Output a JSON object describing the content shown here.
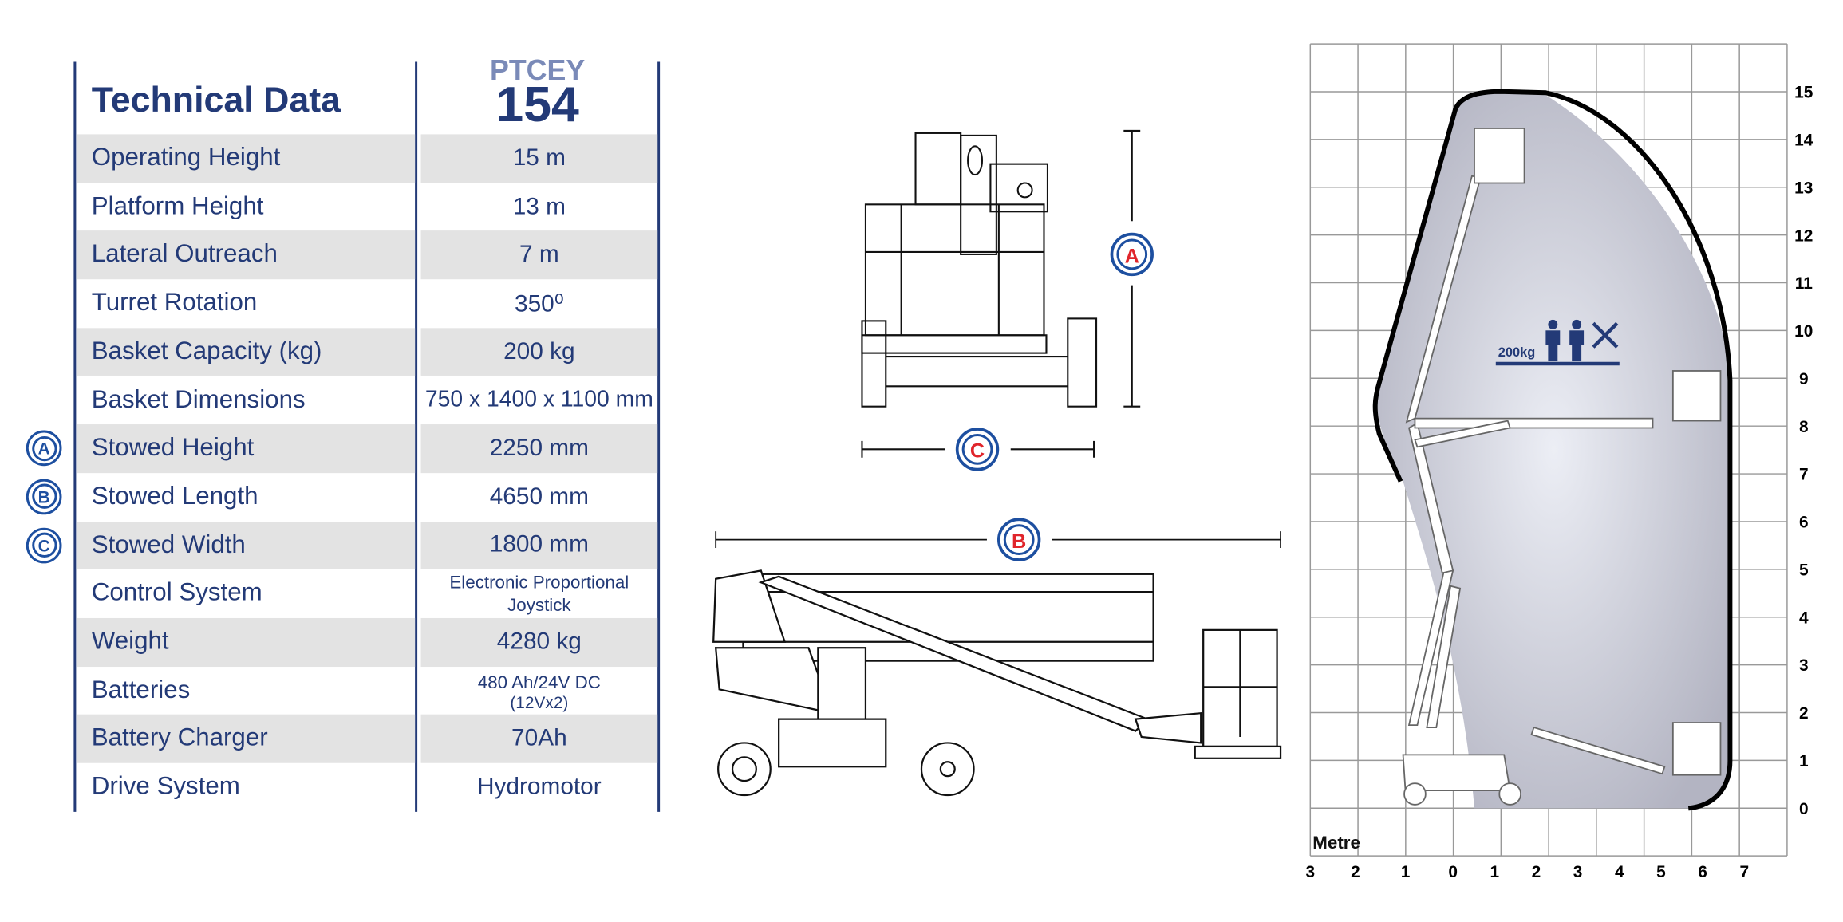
{
  "table": {
    "title": "Technical Data",
    "model_prefix": "PTCEY",
    "model_number": "154",
    "rows": [
      {
        "label": "Operating Height",
        "value": "15 m"
      },
      {
        "label": "Platform Height",
        "value": "13 m"
      },
      {
        "label": "Lateral Outreach",
        "value": "7 m"
      },
      {
        "label": "Turret Rotation",
        "value": "350⁰"
      },
      {
        "label": "Basket Capacity (kg)",
        "value": "200 kg"
      },
      {
        "label": "Basket Dimensions",
        "value": "750 x 1400 x 1100 mm"
      },
      {
        "label": "Stowed Height",
        "value": "2250 mm",
        "marker": "A"
      },
      {
        "label": "Stowed Length",
        "value": "4650 mm",
        "marker": "B"
      },
      {
        "label": "Stowed Width",
        "value": "1800 mm",
        "marker": "C"
      },
      {
        "label": "Control System",
        "value": "Electronic Proportional Joystick"
      },
      {
        "label": "Weight",
        "value": "4280 kg"
      },
      {
        "label": "Batteries",
        "value": "480 Ah/24V DC",
        "sub": "(12Vx2)"
      },
      {
        "label": "Battery Charger",
        "value": "70Ah"
      },
      {
        "label": "Drive System",
        "value": "Hydromotor"
      }
    ]
  },
  "dimensions": {
    "A": "A",
    "B": "B",
    "C": "C"
  },
  "reach_diagram": {
    "y_ticks": [
      "0",
      "1",
      "2",
      "3",
      "4",
      "5",
      "6",
      "7",
      "8",
      "9",
      "10",
      "11",
      "12",
      "13",
      "14",
      "15"
    ],
    "x_ticks": [
      "3",
      "2",
      "1",
      "0",
      "1",
      "2",
      "3",
      "4",
      "5",
      "6",
      "7"
    ],
    "unit_label": "Metre",
    "load_label": "200kg",
    "colors": {
      "envelope": "#b3b4c2",
      "outline": "#000000",
      "icon": "#233a77"
    }
  }
}
